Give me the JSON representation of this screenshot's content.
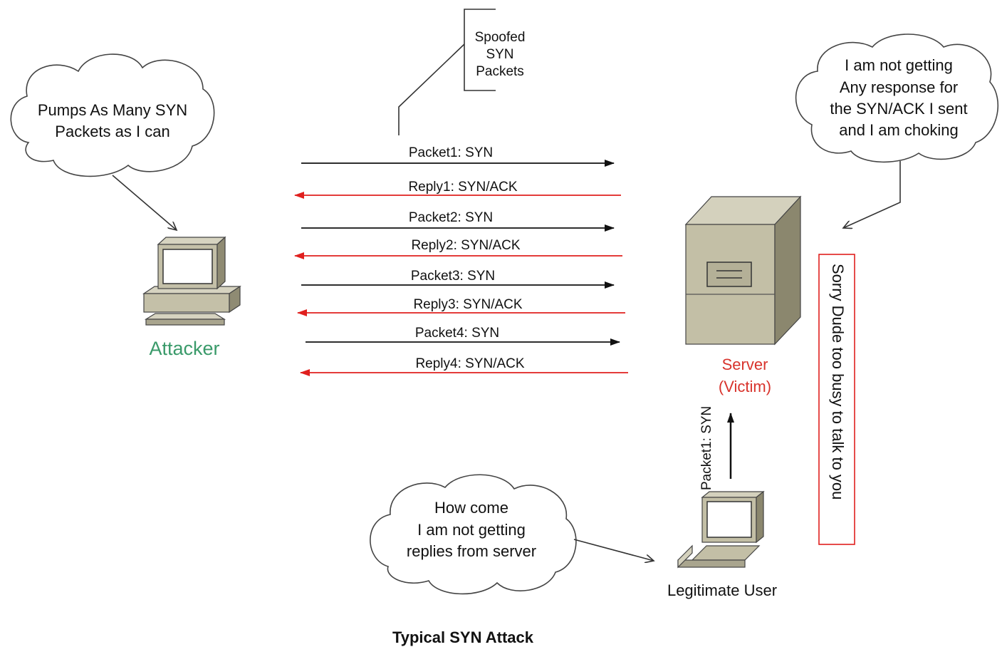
{
  "diagram": {
    "caption": "Typical SYN Attack",
    "nodes": {
      "attacker": {
        "label": "Attacker",
        "color": "#3a9a6a",
        "icon": "desktop-computer-icon"
      },
      "server": {
        "label_line1": "Server",
        "label_line2": "(Victim)",
        "color": "#d8332c",
        "icon": "server-tower-icon"
      },
      "legit_user": {
        "label": "Legitimate User",
        "icon": "laptop-icon"
      }
    },
    "callouts": {
      "spoofed": [
        "Spoofed",
        "SYN",
        "Packets"
      ],
      "attacker_cloud": [
        "Pumps As Many SYN",
        "Packets as I can"
      ],
      "server_cloud": [
        "I am  not getting",
        "Any response for",
        "the SYN/ACK I sent",
        "and I am choking"
      ],
      "user_cloud": [
        "How come",
        "I am not getting",
        "replies from server"
      ],
      "server_box": "Sorry Dude too busy to talk to you"
    },
    "exchanges": [
      {
        "label": "Packet1: SYN",
        "direction": "to-server",
        "color": "#111111"
      },
      {
        "label": "Reply1: SYN/ACK",
        "direction": "to-attacker",
        "color": "#e0201e"
      },
      {
        "label": "Packet2: SYN",
        "direction": "to-server",
        "color": "#111111"
      },
      {
        "label": "Reply2: SYN/ACK",
        "direction": "to-attacker",
        "color": "#e0201e"
      },
      {
        "label": "Packet3: SYN",
        "direction": "to-server",
        "color": "#111111"
      },
      {
        "label": "Reply3: SYN/ACK",
        "direction": "to-attacker",
        "color": "#e0201e"
      },
      {
        "label": "Packet4: SYN",
        "direction": "to-server",
        "color": "#111111"
      },
      {
        "label": "Reply4: SYN/ACK",
        "direction": "to-attacker",
        "color": "#e0201e"
      }
    ],
    "legit_packet": {
      "label": "Packet1: SYN"
    }
  }
}
